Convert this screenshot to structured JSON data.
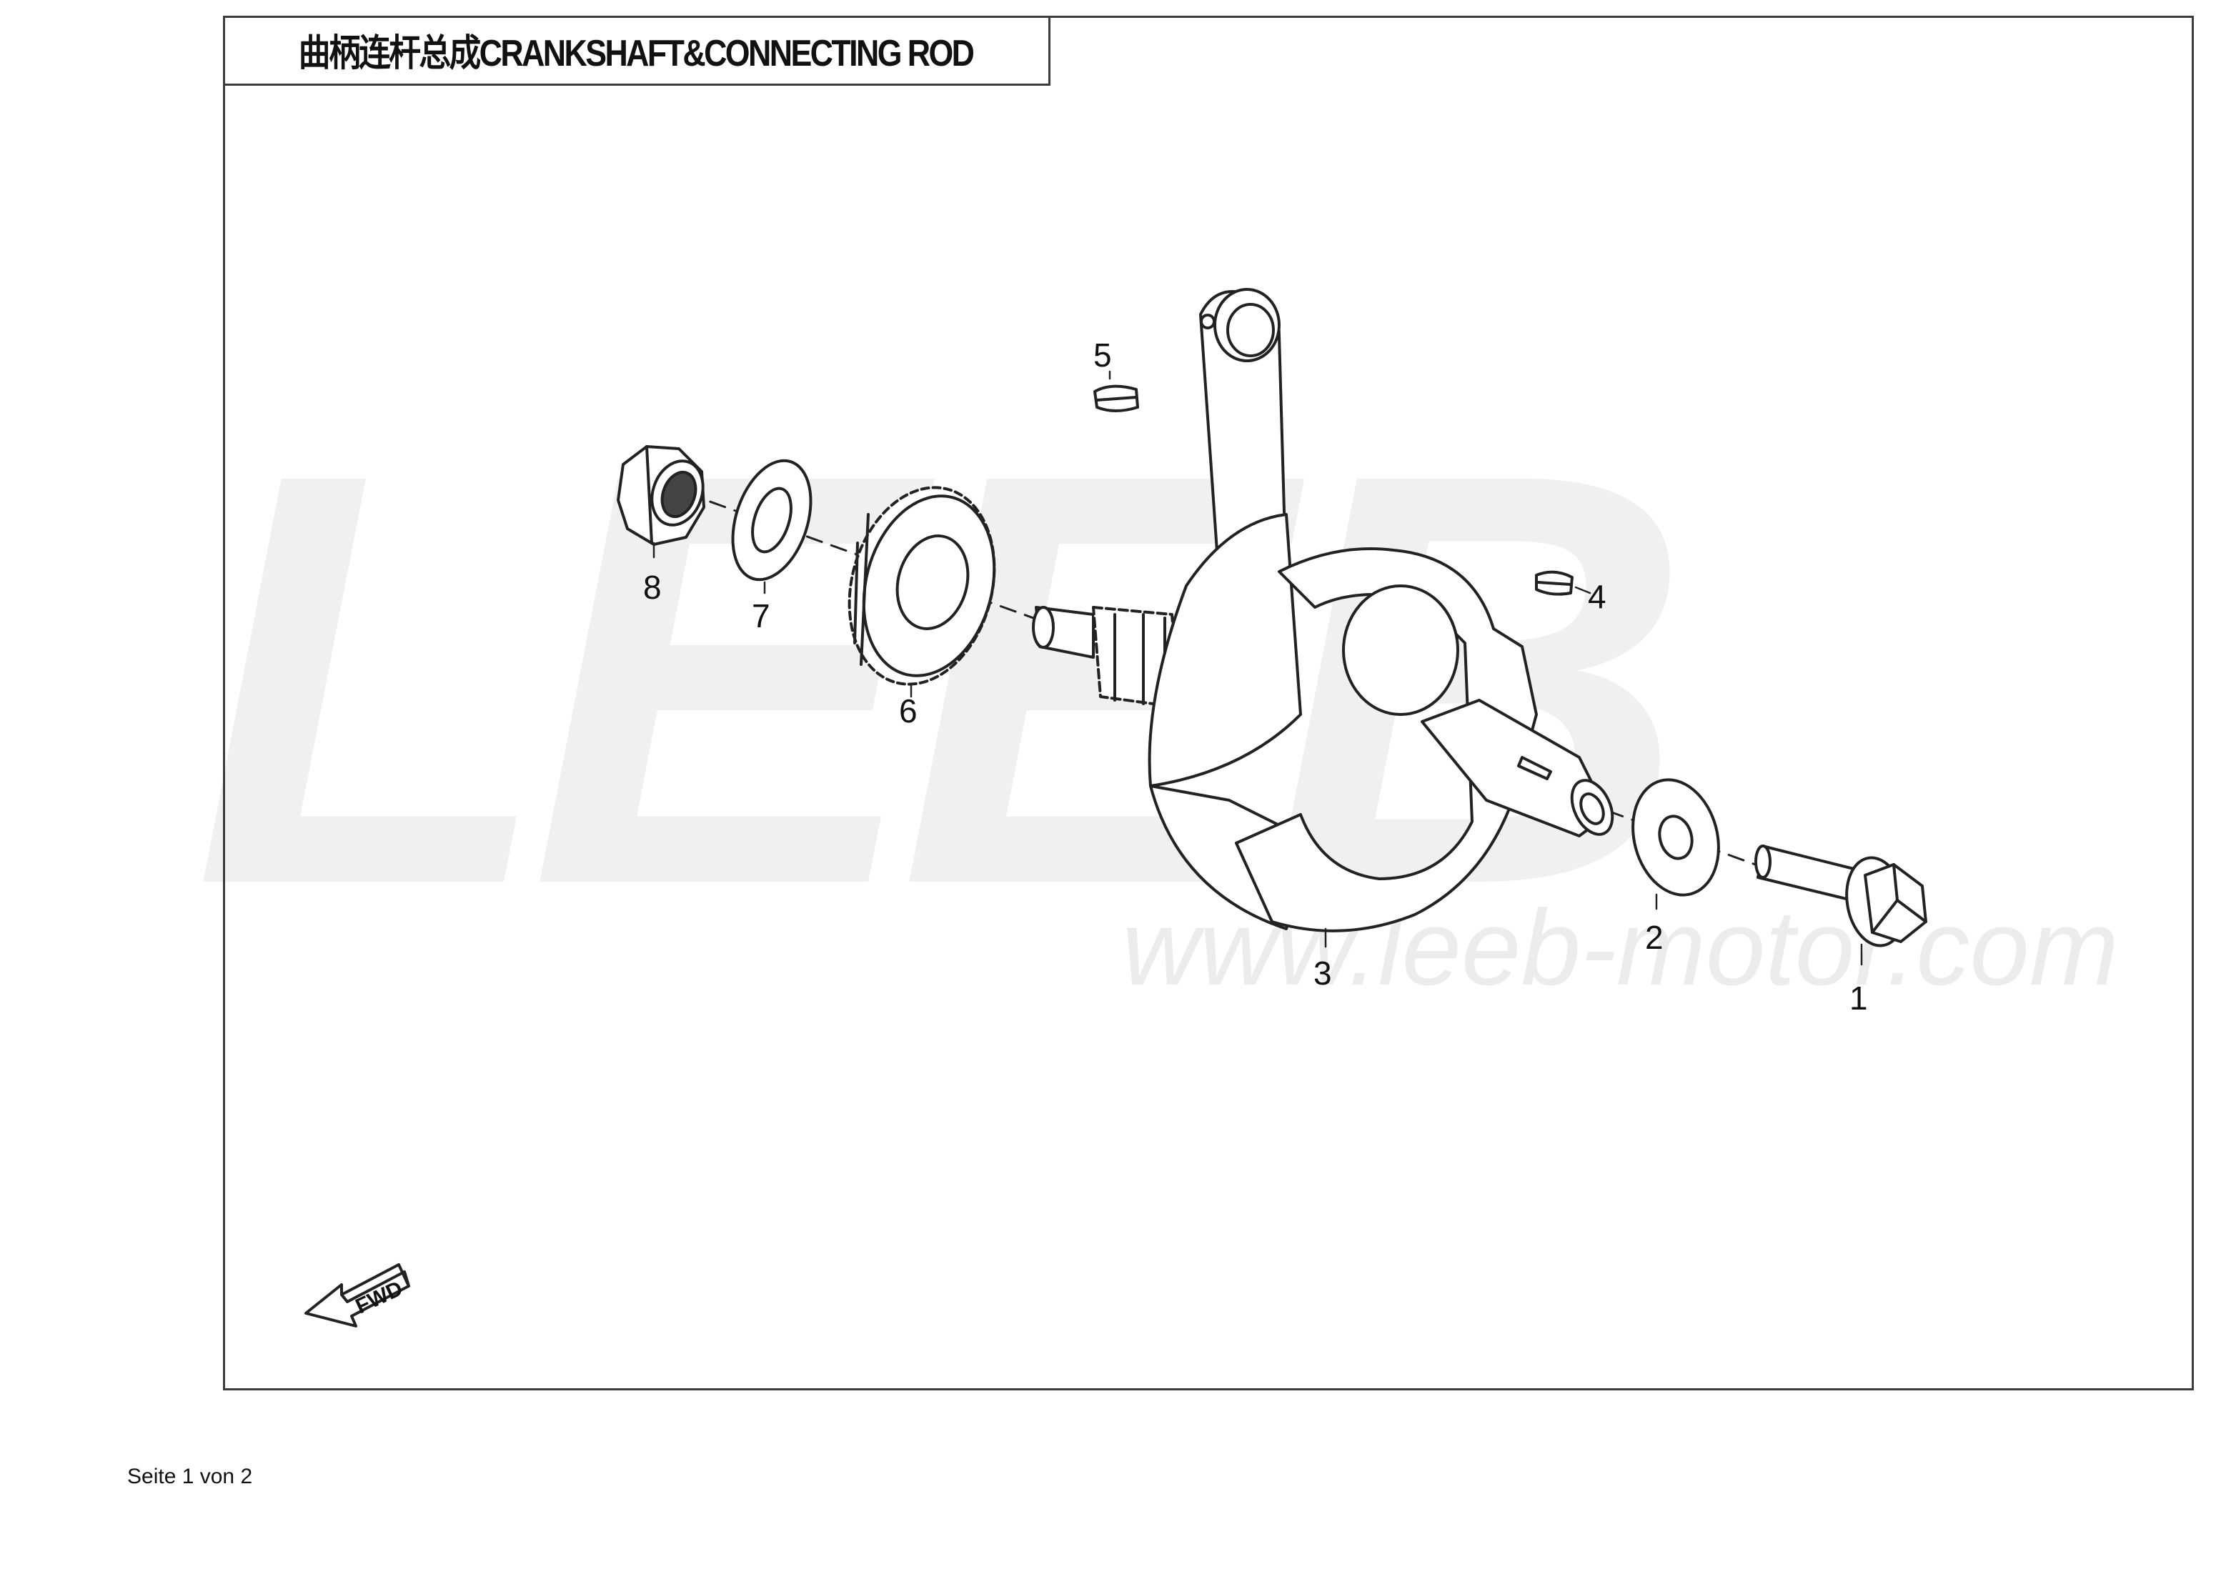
{
  "title": "曲柄连杆总成CRANKSHAFT&CONNECTING ROD",
  "watermark": {
    "logo_text": "LEEB",
    "url": "www.leeb-motor.com"
  },
  "direction_marker": {
    "label": "FWD",
    "icon": "forward-arrow-icon"
  },
  "callouts": [
    "1",
    "2",
    "3",
    "4",
    "5",
    "6",
    "7",
    "8"
  ],
  "footer": "Seite 1 von 2"
}
